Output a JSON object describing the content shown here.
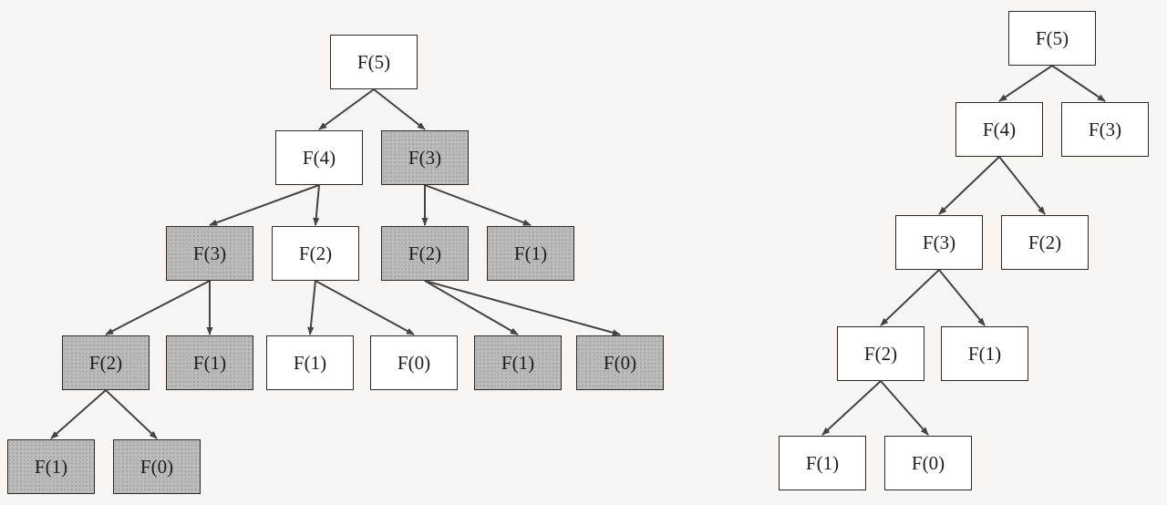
{
  "left_tree": {
    "nodes": [
      {
        "id": "L1",
        "label": "F(5)",
        "shaded": false
      },
      {
        "id": "L2",
        "label": "F(4)",
        "shaded": false
      },
      {
        "id": "L3",
        "label": "F(3)",
        "shaded": true
      },
      {
        "id": "L4",
        "label": "F(3)",
        "shaded": true
      },
      {
        "id": "L5",
        "label": "F(2)",
        "shaded": false
      },
      {
        "id": "L6",
        "label": "F(2)",
        "shaded": true
      },
      {
        "id": "L7",
        "label": "F(1)",
        "shaded": true
      },
      {
        "id": "L8",
        "label": "F(2)",
        "shaded": true
      },
      {
        "id": "L9",
        "label": "F(1)",
        "shaded": true
      },
      {
        "id": "L10",
        "label": "F(1)",
        "shaded": false
      },
      {
        "id": "L11",
        "label": "F(0)",
        "shaded": false
      },
      {
        "id": "L12",
        "label": "F(1)",
        "shaded": true
      },
      {
        "id": "L13",
        "label": "F(0)",
        "shaded": true
      },
      {
        "id": "L14",
        "label": "F(1)",
        "shaded": true
      },
      {
        "id": "L15",
        "label": "F(0)",
        "shaded": true
      }
    ],
    "edges": [
      [
        "L1",
        "L2"
      ],
      [
        "L1",
        "L3"
      ],
      [
        "L2",
        "L4"
      ],
      [
        "L2",
        "L5"
      ],
      [
        "L3",
        "L6"
      ],
      [
        "L3",
        "L7"
      ],
      [
        "L4",
        "L8"
      ],
      [
        "L4",
        "L9"
      ],
      [
        "L5",
        "L10"
      ],
      [
        "L5",
        "L11"
      ],
      [
        "L6",
        "L12"
      ],
      [
        "L6",
        "L13"
      ],
      [
        "L8",
        "L14"
      ],
      [
        "L8",
        "L15"
      ]
    ]
  },
  "right_tree": {
    "nodes": [
      {
        "id": "R1",
        "label": "F(5)",
        "shaded": false
      },
      {
        "id": "R2",
        "label": "F(4)",
        "shaded": false
      },
      {
        "id": "R3",
        "label": "F(3)",
        "shaded": false
      },
      {
        "id": "R4",
        "label": "F(3)",
        "shaded": false
      },
      {
        "id": "R5",
        "label": "F(2)",
        "shaded": false
      },
      {
        "id": "R6",
        "label": "F(2)",
        "shaded": false
      },
      {
        "id": "R7",
        "label": "F(1)",
        "shaded": false
      },
      {
        "id": "R8",
        "label": "F(1)",
        "shaded": false
      },
      {
        "id": "R9",
        "label": "F(0)",
        "shaded": false
      }
    ],
    "edges": [
      [
        "R1",
        "R2"
      ],
      [
        "R1",
        "R3"
      ],
      [
        "R2",
        "R4"
      ],
      [
        "R2",
        "R5"
      ],
      [
        "R4",
        "R6"
      ],
      [
        "R4",
        "R7"
      ],
      [
        "R6",
        "R8"
      ],
      [
        "R6",
        "R9"
      ]
    ]
  },
  "colors": {
    "node_fill": "#ffffff",
    "shaded_fill": "#bdbdbd",
    "border": "#2b2b2b",
    "edge": "#444444"
  }
}
